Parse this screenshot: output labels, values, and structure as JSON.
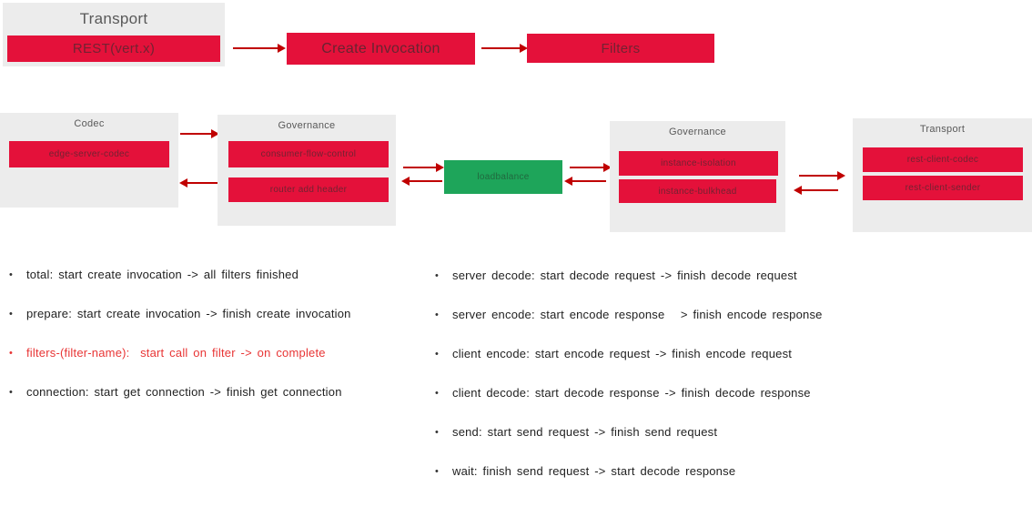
{
  "colors": {
    "red_box": "#e4113a",
    "green_box": "#1ea55a",
    "arrow": "#c00000",
    "container_bg": "#ececec",
    "title_text": "#595959",
    "metric_text": "#222222",
    "metric_red_text": "#e83535"
  },
  "top_flow": {
    "transport": {
      "title": "Transport",
      "item": "REST(vert.x)"
    },
    "create_invocation": "Create Invocation",
    "filters": "Filters"
  },
  "middle_flow": {
    "codec": {
      "title": "Codec",
      "item": "edge-server-codec"
    },
    "governance_left": {
      "title": "Governance",
      "item1": "consumer-flow-control",
      "item2": "router add header"
    },
    "loadbalance": "loadbalance",
    "governance_right": {
      "title": "Governance",
      "item1": "instance-isolation",
      "item2": "instance-bulkhead"
    },
    "transport_right": {
      "title": "Transport",
      "item1": "rest-client-codec",
      "item2": "rest-client-sender"
    }
  },
  "bullet_glyph": "•",
  "metrics_left": {
    "items": [
      {
        "text": "total: start create invocation -> all filters finished"
      },
      {
        "text": "prepare: start create invocation -> finish create invocation"
      },
      {
        "text": "filters-(filter-name):  start call on filter -> on complete"
      },
      {
        "text": "connection: start get connection -> finish get connection"
      }
    ]
  },
  "metrics_right": {
    "items": [
      {
        "text": "server decode: start decode request -> finish decode request"
      },
      {
        "text": "server encode: start encode response   > finish encode response"
      },
      {
        "text": "client encode: start encode request -> finish encode request"
      },
      {
        "text": "client decode: start decode response -> finish decode response"
      },
      {
        "text": "send: start send request -> finish send request"
      },
      {
        "text": "wait: finish send request -> start decode response"
      }
    ]
  }
}
